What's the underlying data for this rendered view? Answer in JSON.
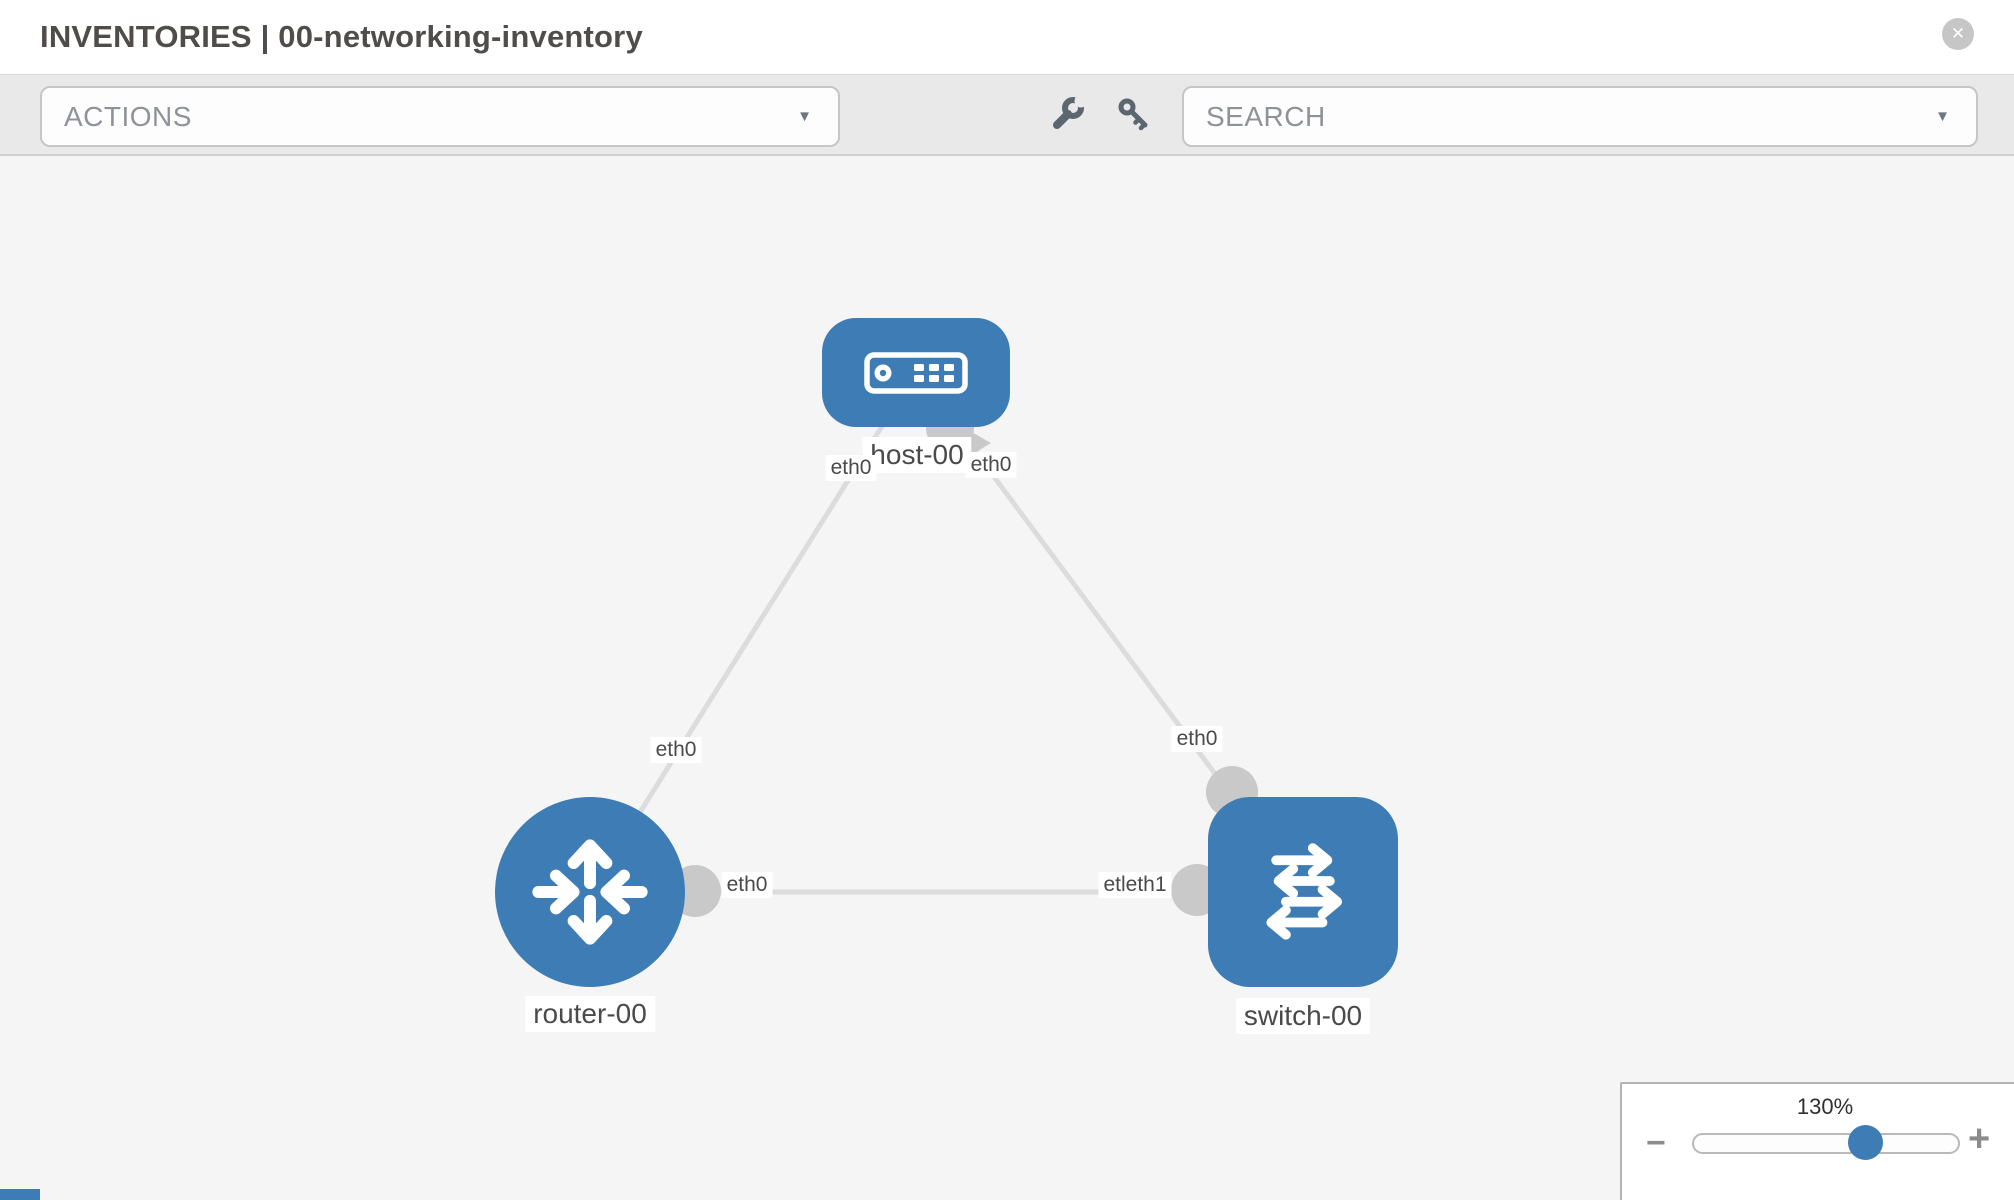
{
  "header": {
    "title": "INVENTORIES | 00-networking-inventory"
  },
  "toolbar": {
    "actions_label": "ACTIONS",
    "search_placeholder": "SEARCH"
  },
  "icons": {
    "close": "✕",
    "caret": "▼",
    "minus": "−",
    "plus": "+",
    "wrench": "wrench-icon",
    "key": "key-icon"
  },
  "colors": {
    "node_blue": "#3d7cb5",
    "edge_gray": "#dcdcdc",
    "connector_gray": "#c9c9c9",
    "toolbar_bg": "#e9e9e9",
    "canvas_bg": "#f5f5f6"
  },
  "topology": {
    "nodes": [
      {
        "id": "host-00",
        "type": "host",
        "label": "host-00"
      },
      {
        "id": "router-00",
        "type": "router",
        "label": "router-00"
      },
      {
        "id": "switch-00",
        "type": "switch",
        "label": "switch-00"
      }
    ],
    "edges": [
      {
        "from": "host-00",
        "to": "router-00",
        "from_label": "eth0",
        "to_label": "eth0"
      },
      {
        "from": "host-00",
        "to": "switch-00",
        "from_label": "eth0",
        "to_label": "eth0"
      },
      {
        "from": "router-00",
        "to": "switch-00",
        "from_label": "eth0",
        "to_label": "etleth1"
      }
    ]
  },
  "zoom_control": {
    "level": "130%"
  }
}
